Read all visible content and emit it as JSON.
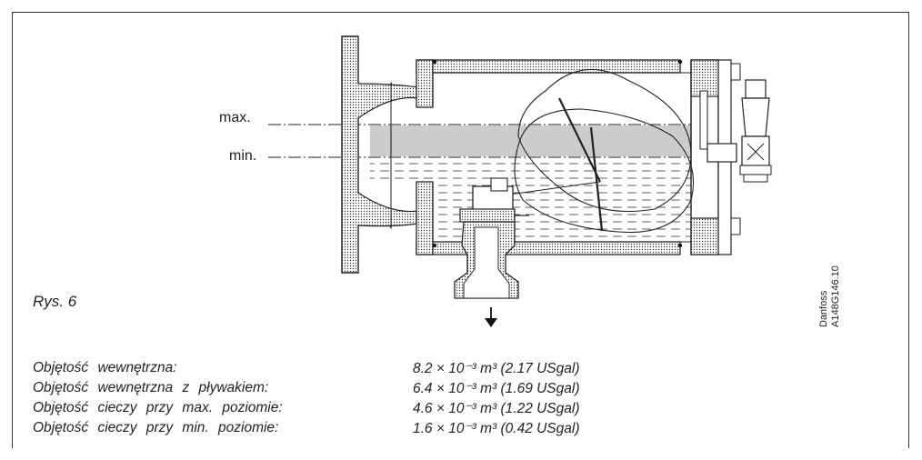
{
  "figure": {
    "caption": "Rys. 6",
    "level_max": "max.",
    "level_min": "min.",
    "code_line1": "Danfoss",
    "code_line2": "A148G146.10"
  },
  "specs": [
    {
      "label": "Objętość wewnętrzna:",
      "value": "8.2 × 10⁻³ m³ (2.17 USgal)"
    },
    {
      "label": "Objętość wewnętrzna z pływakiem:",
      "value": "6.4 × 10⁻³ m³ (1.69 USgal)"
    },
    {
      "label": "Objętość cieczy przy max. poziomie:",
      "value": "4.6 × 10⁻³ m³ (1.22 USgal)"
    },
    {
      "label": "Objętość cieczy przy min. poziomie:",
      "value": "1.6 × 10⁻³ m³ (0.42 USgal)"
    }
  ]
}
